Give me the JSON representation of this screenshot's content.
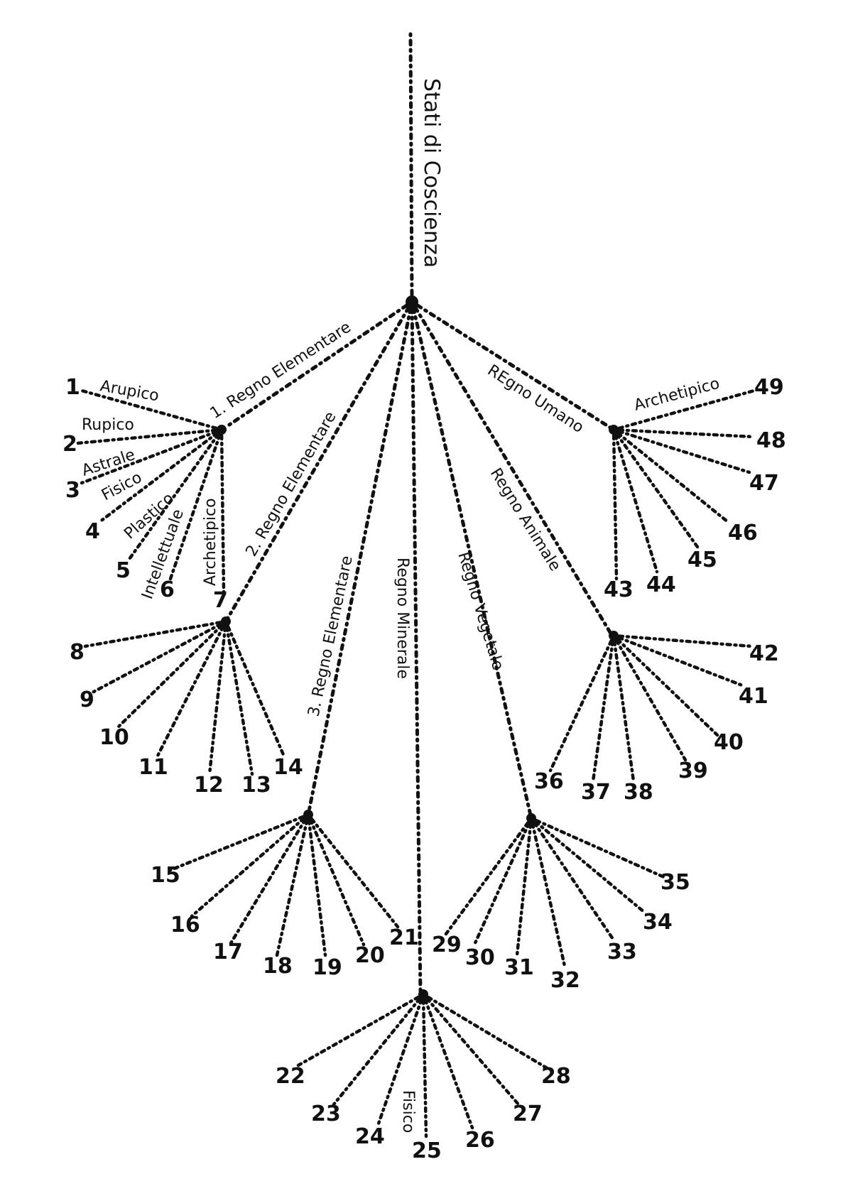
{
  "title": "Stati di Coscienza",
  "kingdoms": [
    {
      "id": "regno-elementare-1",
      "label": "1. Regno Elementare"
    },
    {
      "id": "regno-elementare-2",
      "label": "2. Regno Elementare"
    },
    {
      "id": "regno-elementare-3",
      "label": "3. Regno Elementare"
    },
    {
      "id": "regno-minerale",
      "label": "Regno Minerale"
    },
    {
      "id": "regno-vegetale",
      "label": "Regno Vegetale"
    },
    {
      "id": "regno-animale",
      "label": "Regno Animale"
    },
    {
      "id": "regno-umano",
      "label": "REgno Umano"
    }
  ],
  "state_labels": [
    {
      "id": "arupico",
      "label": "Arupico"
    },
    {
      "id": "rupico",
      "label": "Rupico"
    },
    {
      "id": "astrale",
      "label": "Astrale"
    },
    {
      "id": "fisico-1",
      "label": "Fisico"
    },
    {
      "id": "plastico",
      "label": "Plastico"
    },
    {
      "id": "intellettuale",
      "label": "Intellettuale"
    },
    {
      "id": "archetipico-1",
      "label": "Archetipico"
    },
    {
      "id": "archetipico-7",
      "label": "Archetipico"
    },
    {
      "id": "fisico-4",
      "label": "Fisico"
    }
  ],
  "leaf_numbers": [
    "1",
    "2",
    "3",
    "4",
    "5",
    "6",
    "7",
    "8",
    "9",
    "10",
    "11",
    "12",
    "13",
    "14",
    "15",
    "16",
    "17",
    "18",
    "19",
    "20",
    "21",
    "22",
    "23",
    "24",
    "25",
    "26",
    "27",
    "28",
    "29",
    "30",
    "31",
    "32",
    "33",
    "34",
    "35",
    "36",
    "37",
    "38",
    "39",
    "40",
    "41",
    "42",
    "43",
    "44",
    "45",
    "46",
    "47",
    "48",
    "49"
  ]
}
